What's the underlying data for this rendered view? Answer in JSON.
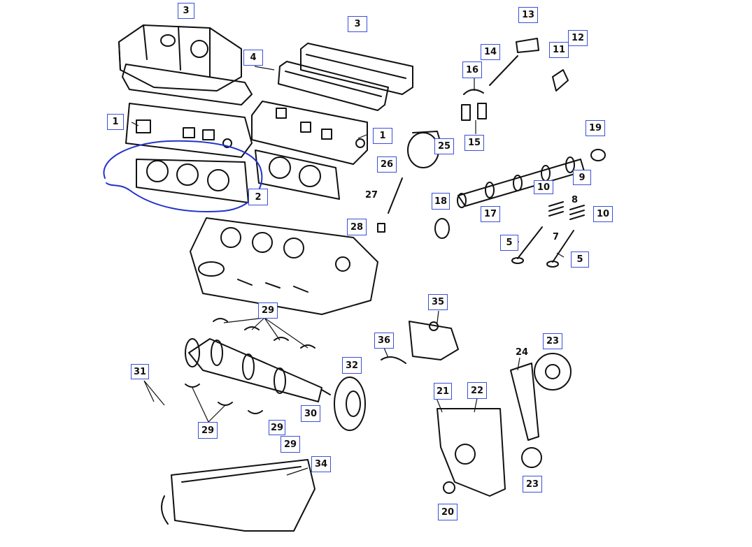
{
  "diagram": {
    "callouts": {
      "c3a": "3",
      "c3b": "3",
      "c4": "4",
      "c1a": "1",
      "c1b": "1",
      "c2": "2",
      "c13": "13",
      "c14": "14",
      "c16": "16",
      "c11": "11",
      "c12": "12",
      "c15": "15",
      "c25": "25",
      "c26": "26",
      "c19": "19",
      "c9": "9",
      "c10a": "10",
      "c10b": "10",
      "c27": "27",
      "c18": "18",
      "c17": "17",
      "c8": "8",
      "c28": "28",
      "c5a": "5",
      "c5b": "5",
      "c7": "7",
      "c29a": "29",
      "c29b": "29",
      "c29c": "29",
      "c29d": "29",
      "c35": "35",
      "c36": "36",
      "c23a": "23",
      "c23b": "23",
      "c24": "24",
      "c31": "31",
      "c32": "32",
      "c30": "30",
      "c21": "21",
      "c22": "22",
      "c34": "34",
      "c20": "20"
    },
    "annotation_color": "#2233cc",
    "callout_border_color": "#3b4fd8"
  }
}
